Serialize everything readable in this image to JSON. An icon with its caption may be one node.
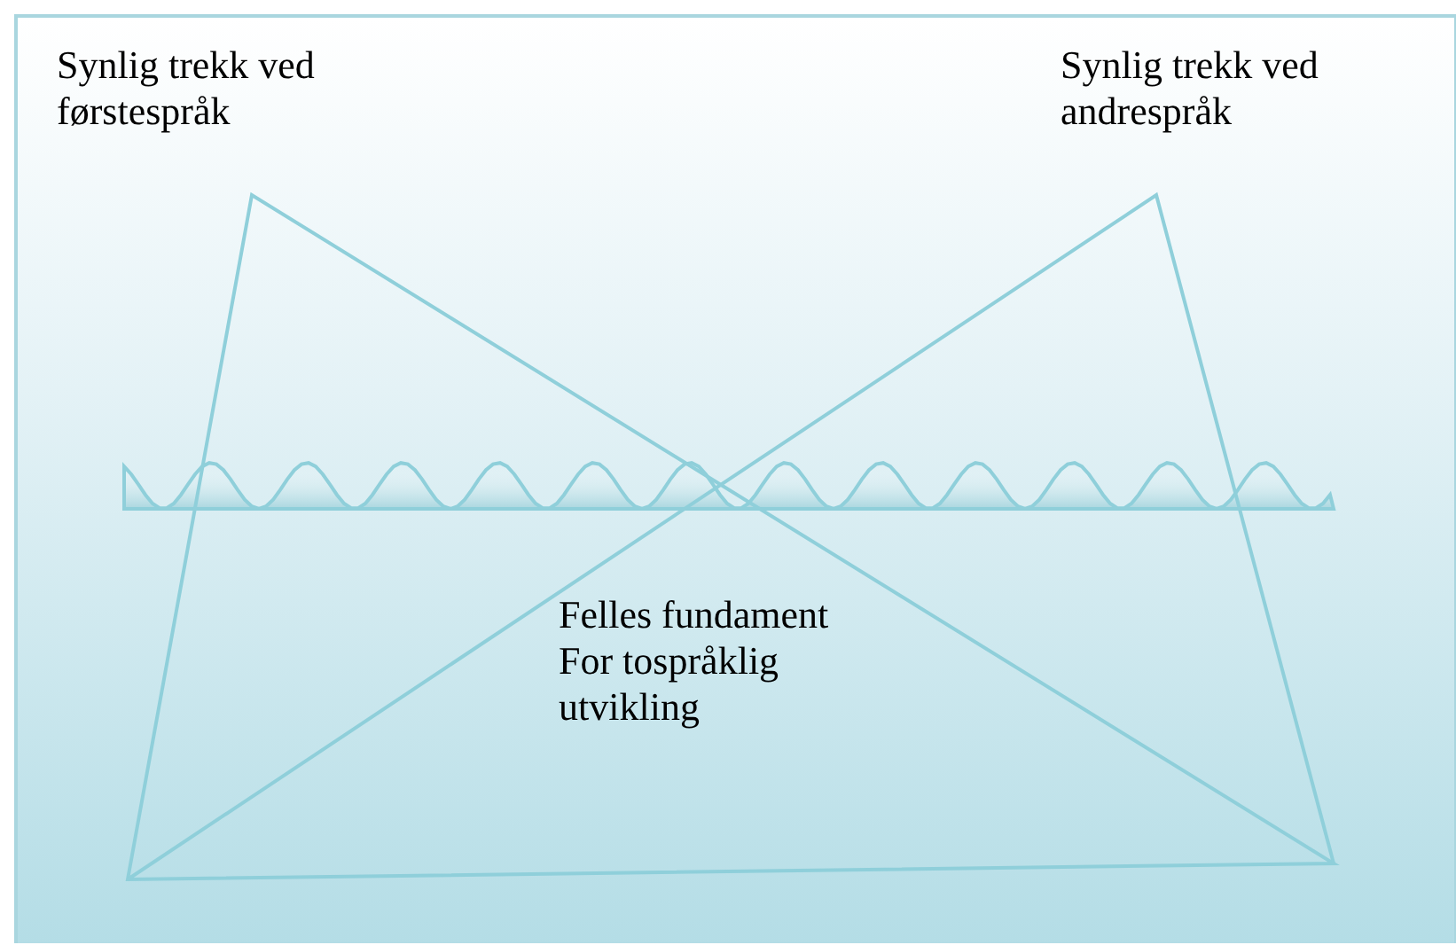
{
  "diagram": {
    "labels": [
      "Synlig trekk ved førstespråk",
      "Synlig trekk ved andrespråk",
      "Felles fundament For tospråklig utvikling"
    ]
  }
}
